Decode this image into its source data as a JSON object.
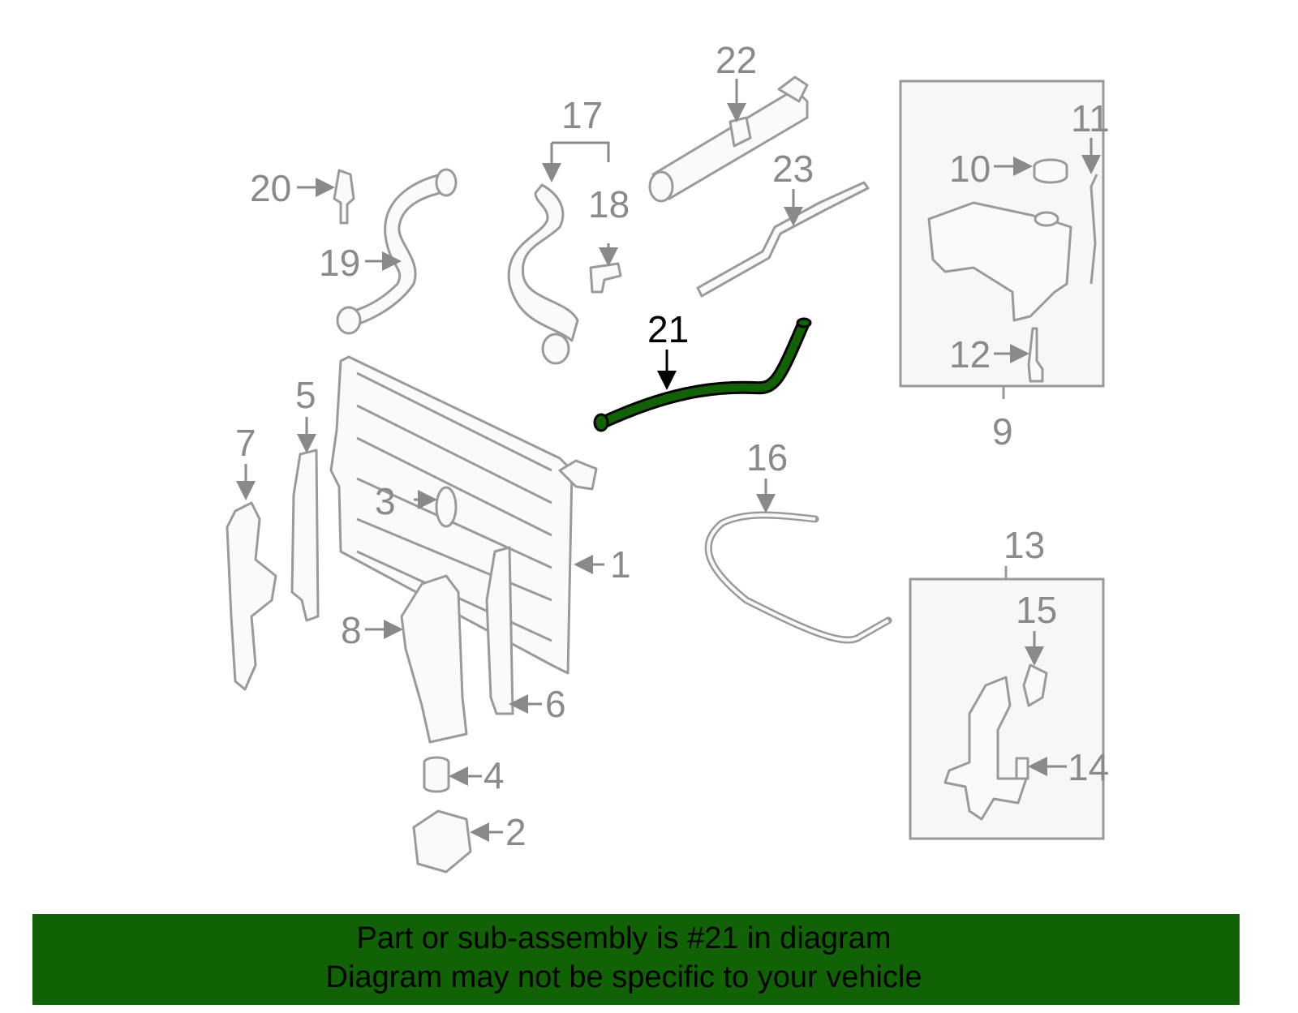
{
  "diagram": {
    "highlighted_part": "21",
    "highlight_color": "#116205",
    "labels": [
      "1",
      "2",
      "3",
      "4",
      "5",
      "6",
      "7",
      "8",
      "9",
      "10",
      "11",
      "12",
      "13",
      "14",
      "15",
      "16",
      "17",
      "18",
      "19",
      "20",
      "21",
      "22",
      "23"
    ]
  },
  "banner": {
    "line1": "Part or sub-assembly is #21 in diagram",
    "line2": "Diagram may not be specific to your vehicle",
    "background": "#116205"
  }
}
